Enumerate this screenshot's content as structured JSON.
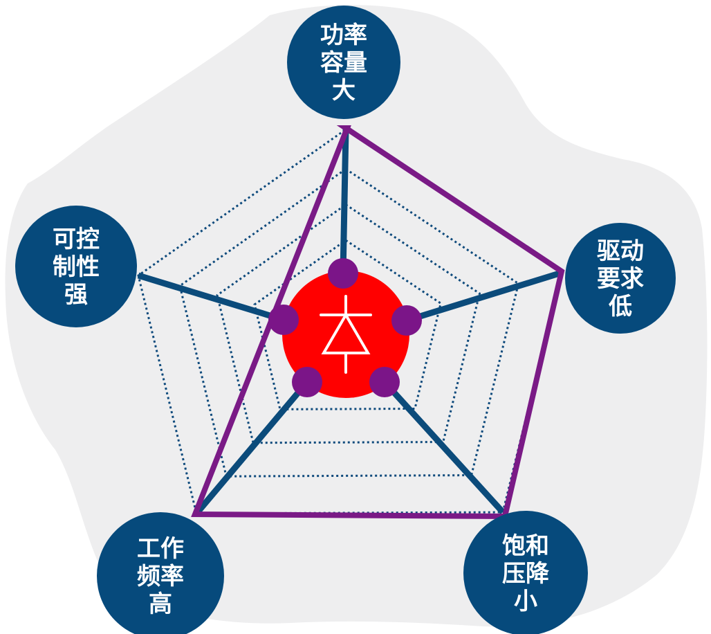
{
  "diagram": {
    "center_symbol": "diode-icon",
    "colors": {
      "background_blob": "#eeeeef",
      "node_fill": "#064a7c",
      "spoke": "#0b4b7b",
      "grid_dotted": "#0e4a7c",
      "outline": "#7a1a86",
      "center_fill": "#ff0000",
      "dot_fill": "#7b1588",
      "label_text": "#ffffff"
    },
    "nodes": [
      {
        "id": "power-capacity",
        "lines": [
          "功率",
          "容量",
          "大"
        ]
      },
      {
        "id": "drive-requirement",
        "lines": [
          "驱动",
          "要求",
          "低"
        ]
      },
      {
        "id": "saturation-drop",
        "lines": [
          "饱和",
          "压降",
          "小"
        ]
      },
      {
        "id": "switching-frequency",
        "lines": [
          "工作",
          "频率",
          "高"
        ]
      },
      {
        "id": "controllability",
        "lines": [
          "可控",
          "制性",
          "强"
        ]
      }
    ]
  }
}
